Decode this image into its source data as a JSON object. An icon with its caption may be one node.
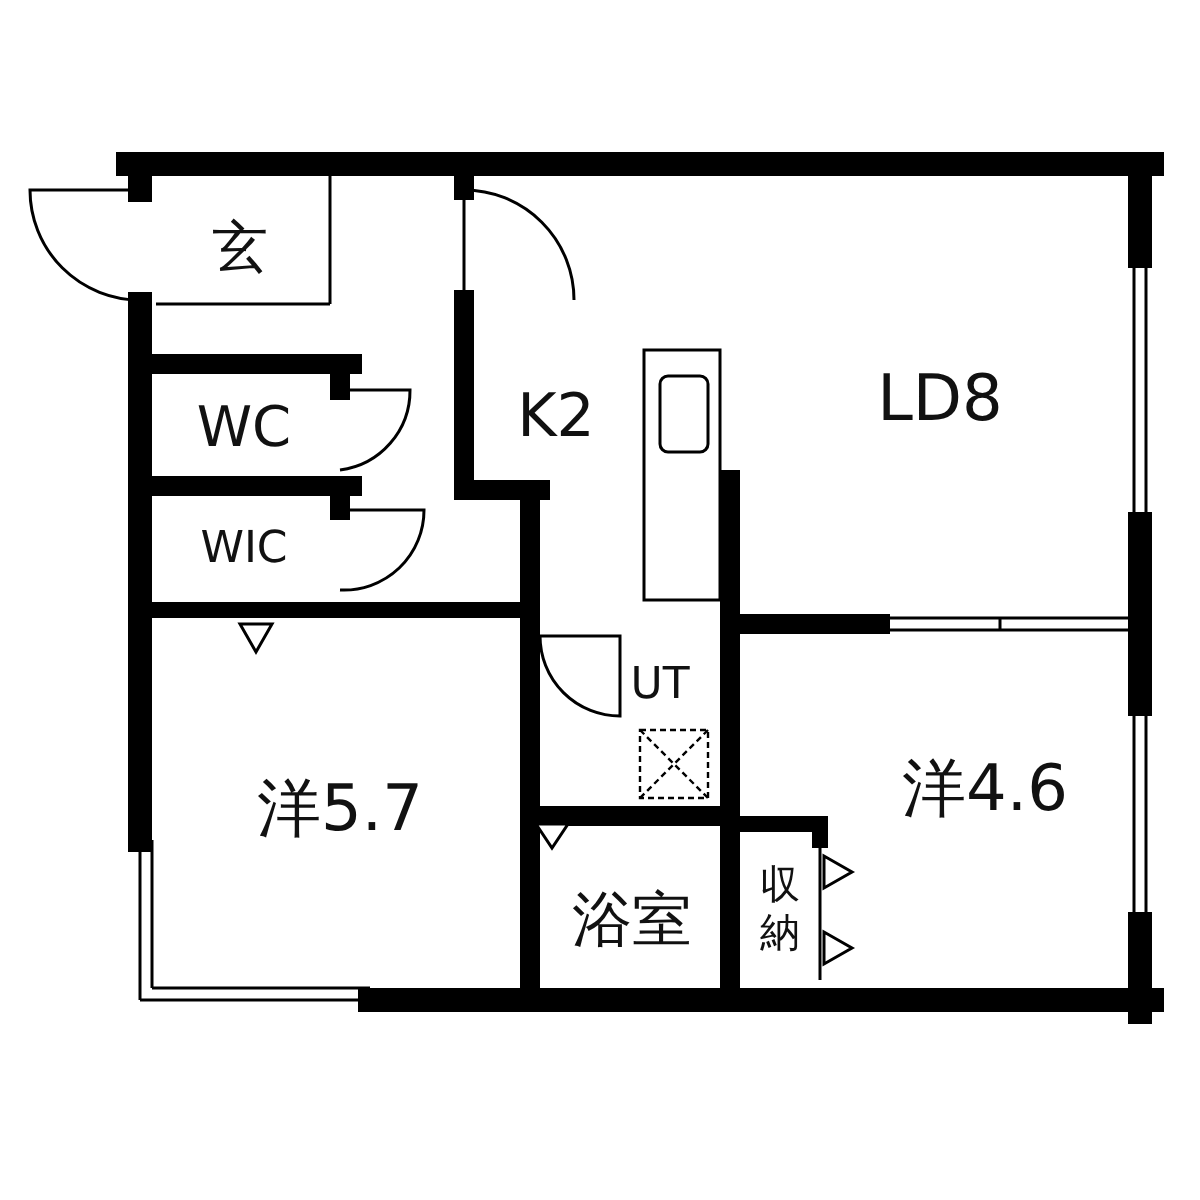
{
  "diagram": {
    "nodes": [
      {
        "text": [
          "玄"
        ]
      },
      {
        "text": [
          "WC"
        ]
      },
      {
        "text": [
          "WIC"
        ]
      },
      {
        "text": [
          "K2"
        ]
      },
      {
        "text": [
          "LD8"
        ]
      },
      {
        "text": [
          "UT"
        ]
      },
      {
        "text": [
          "洋5.7"
        ]
      },
      {
        "text": [
          "洋4.6"
        ]
      },
      {
        "text": [
          "浴室"
        ]
      },
      {
        "text": [
          "収納"
        ]
      }
    ]
  }
}
